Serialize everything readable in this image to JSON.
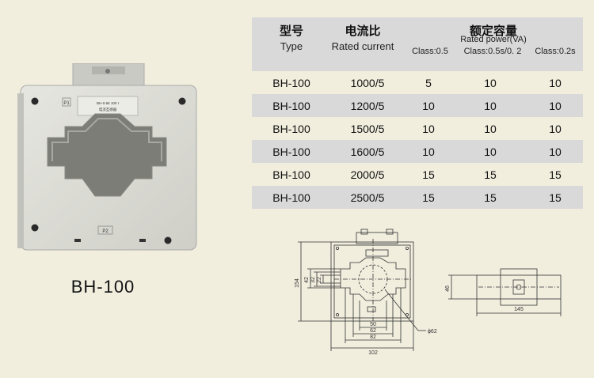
{
  "product": {
    "caption": "BH-100",
    "terminal_p1": "P1",
    "terminal_p2": "P2",
    "label_line1": "BH-0.66 100 I",
    "label_line2": "电流互感器"
  },
  "table": {
    "type_cn": "型号",
    "type_en": "Type",
    "ratio_cn": "电流比",
    "ratio_en": "Rated current",
    "capacity_cn": "额定容量",
    "capacity_en": "Rated power(VA)",
    "class_1": "Class:0.5",
    "class_2": "Class:0.5s/0. 2",
    "class_3": "Class:0.2s",
    "rows": [
      {
        "type": "BH-100",
        "ratio": "1000/5",
        "c05": "5",
        "c05s": "10",
        "c02s": "10"
      },
      {
        "type": "BH-100",
        "ratio": "1200/5",
        "c05": "10",
        "c05s": "10",
        "c02s": "10"
      },
      {
        "type": "BH-100",
        "ratio": "1500/5",
        "c05": "10",
        "c05s": "10",
        "c02s": "10"
      },
      {
        "type": "BH-100",
        "ratio": "1600/5",
        "c05": "10",
        "c05s": "10",
        "c02s": "10"
      },
      {
        "type": "BH-100",
        "ratio": "2000/5",
        "c05": "15",
        "c05s": "15",
        "c02s": "15"
      },
      {
        "type": "BH-100",
        "ratio": "2500/5",
        "c05": "15",
        "c05s": "15",
        "c02s": "15"
      }
    ]
  },
  "drawing": {
    "dim_154": "154",
    "dim_42": "42",
    "dim_32": "32",
    "dim_22": "22",
    "dim_50": "50",
    "dim_62": "62",
    "dim_82": "82",
    "dim_102": "102",
    "dim_phi62": "ϕ62",
    "dim_46": "46",
    "dim_145": "145"
  },
  "colors": {
    "background": "#f1eede",
    "row_band": "#d9d9d9",
    "housing": "#dcdcd6"
  }
}
